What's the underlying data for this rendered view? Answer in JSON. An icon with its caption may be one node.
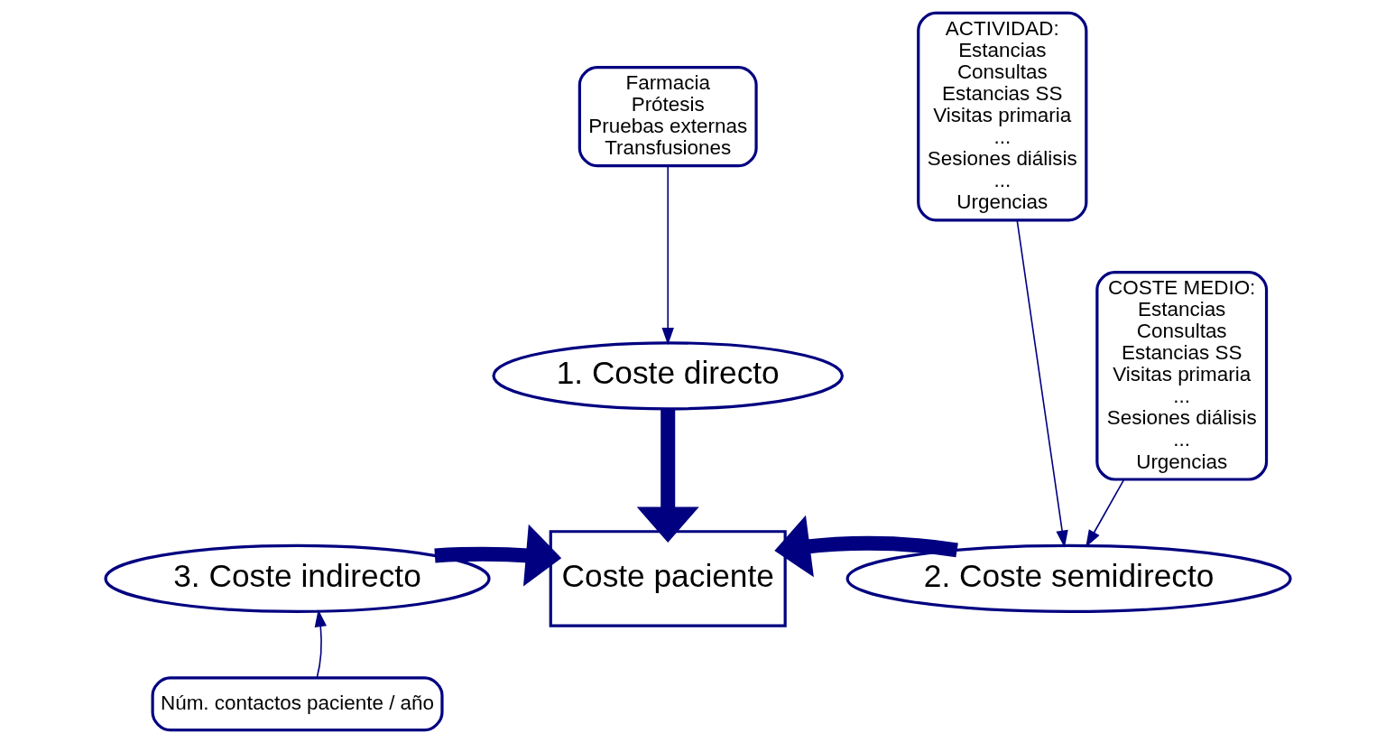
{
  "diagram": {
    "nodes": [
      {
        "text": [
          "Farmacia",
          "Prótesis",
          "Pruebas externas",
          "Transfusiones"
        ]
      },
      {
        "text": [
          "1. Coste directo"
        ]
      },
      {
        "text": [
          "ACTIVIDAD:",
          "Estancias",
          "Consultas",
          "Estancias SS",
          "Visitas primaria",
          "...",
          "Sesiones diálisis",
          "...",
          "Urgencias"
        ]
      },
      {
        "text": [
          "COSTE MEDIO:",
          "Estancias",
          "Consultas",
          "Estancias SS",
          "Visitas primaria",
          "...",
          "Sesiones diálisis",
          "...",
          "Urgencias"
        ]
      },
      {
        "text": [
          "3. Coste indirecto"
        ]
      },
      {
        "text": [
          "Coste paciente"
        ]
      },
      {
        "text": [
          "2. Coste semidirecto"
        ]
      },
      {
        "text": [
          "Núm. contactos paciente / año"
        ]
      }
    ],
    "edges": [
      {
        "from": 0,
        "to": 1,
        "arrow": "to"
      },
      {
        "from": 1,
        "to": 5,
        "arrow": "to",
        "style": "thick"
      },
      {
        "from": 2,
        "to": 6,
        "arrow": "to"
      },
      {
        "from": 3,
        "to": 6,
        "arrow": "to"
      },
      {
        "from": 4,
        "to": 5,
        "arrow": "to",
        "style": "thick"
      },
      {
        "from": 6,
        "to": 5,
        "arrow": "to",
        "style": "thick"
      },
      {
        "from": 7,
        "to": 4,
        "arrow": "to"
      }
    ]
  }
}
